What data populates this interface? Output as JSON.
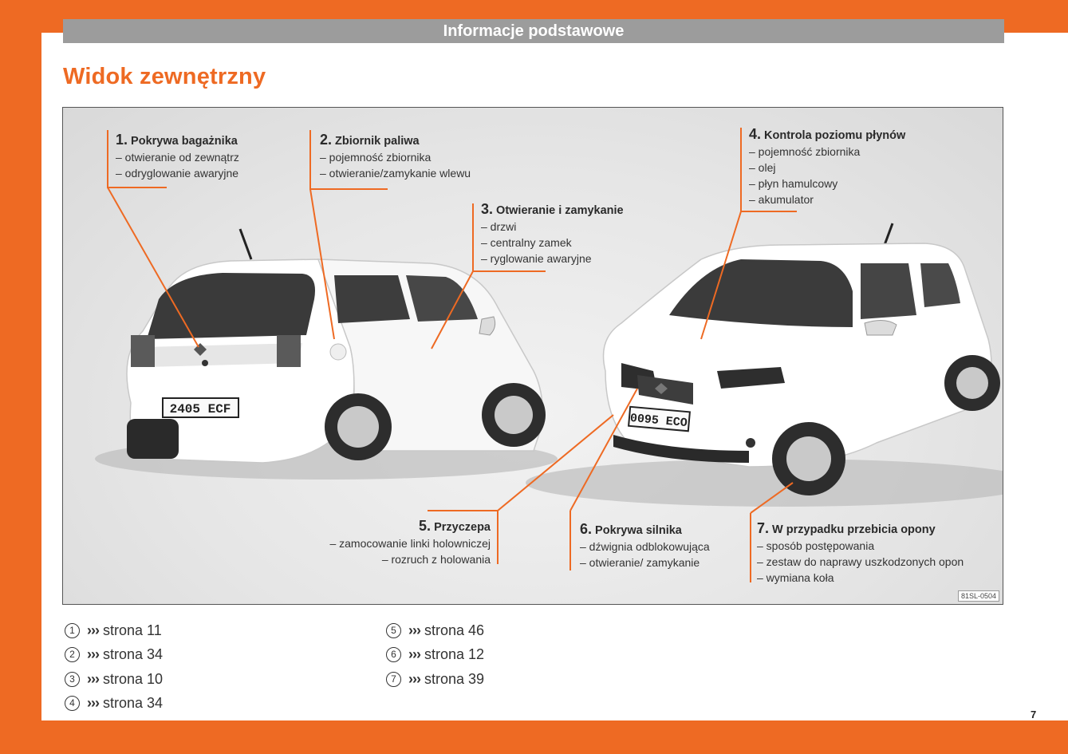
{
  "header": {
    "section_title": "Informacje podstawowe"
  },
  "page": {
    "title": "Widok zewnętrzny",
    "number": "7"
  },
  "figure": {
    "code": "81SL-0504",
    "plates": {
      "rear": "2405 ECF",
      "front": "0095 ECO"
    },
    "callouts": [
      {
        "num": "1.",
        "title": "Pokrywa bagażnika",
        "items": [
          "– otwieranie od zewnątrz",
          "– odryglowanie awaryjne"
        ]
      },
      {
        "num": "2.",
        "title": "Zbiornik paliwa",
        "items": [
          "– pojemność zbiornika",
          "– otwieranie/zamykanie wlewu"
        ]
      },
      {
        "num": "3.",
        "title": "Otwieranie i zamykanie",
        "items": [
          "– drzwi",
          "– centralny zamek",
          "– ryglowanie awaryjne"
        ]
      },
      {
        "num": "4.",
        "title": "Kontrola poziomu płynów",
        "items": [
          "– pojemność zbiornika",
          "– olej",
          "– płyn hamulcowy",
          "– akumulator"
        ]
      },
      {
        "num": "5.",
        "title": "Przyczepa",
        "items": [
          "– zamocowanie linki holowniczej",
          "– rozruch z holowania"
        ]
      },
      {
        "num": "6.",
        "title": "Pokrywa silnika",
        "items": [
          "– dźwignia odblokowująca",
          "– otwieranie/ zamykanie"
        ]
      },
      {
        "num": "7.",
        "title": "W przypadku przebicia opony",
        "items": [
          "– sposób postępowania",
          "– zestaw do naprawy uszkodzonych opon",
          "– wymiana koła"
        ]
      }
    ]
  },
  "refs": {
    "arrow": "›››",
    "items": [
      {
        "n": "1",
        "text": "strona 11"
      },
      {
        "n": "2",
        "text": "strona 34"
      },
      {
        "n": "3",
        "text": "strona 10"
      },
      {
        "n": "4",
        "text": "strona 34"
      },
      {
        "n": "5",
        "text": "strona 46"
      },
      {
        "n": "6",
        "text": "strona 12"
      },
      {
        "n": "7",
        "text": "strona 39"
      }
    ]
  },
  "colors": {
    "accent": "#ee6a23",
    "header_bar": "#9c9c9c",
    "callout_line": "#ee6a23"
  }
}
